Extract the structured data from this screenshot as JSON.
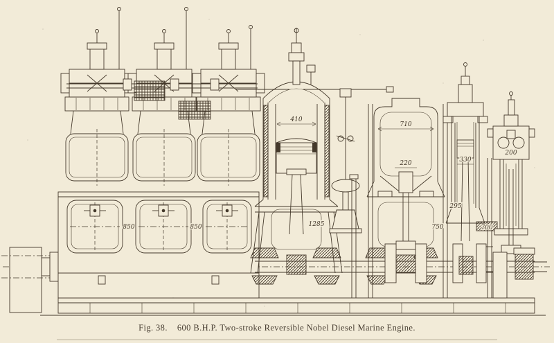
{
  "page": {
    "colors": {
      "paper": "#f2ebd8",
      "ink": "#44392b"
    }
  },
  "figure": {
    "fig_label": "Fig. 38.",
    "title": "600 B.H.P. Two-stroke Reversible Nobel Diesel Marine Engine."
  },
  "drawing": {
    "kind": "sectional-elevation-engraving",
    "dimensions": {
      "bore_410": "410",
      "pump_710": "710",
      "pump_inner_220": "220",
      "door_850_a": "850",
      "door_850_b": "850",
      "rod_1285": "1285",
      "bay_750": "750",
      "bearing_700": "700",
      "cyl_330": "330",
      "offset_295": "295",
      "compressor_200": "200"
    }
  }
}
